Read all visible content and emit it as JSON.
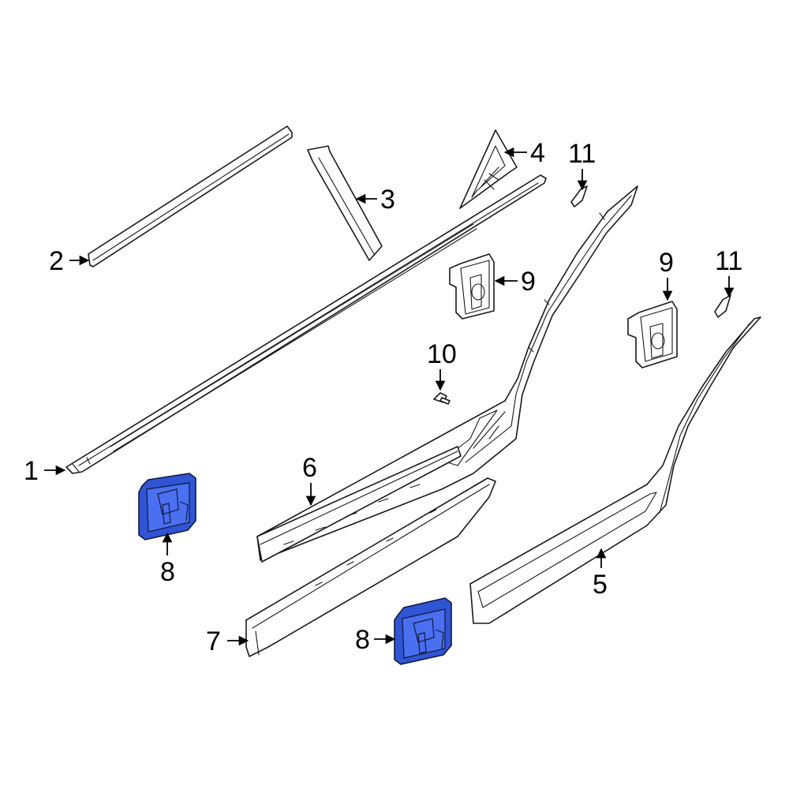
{
  "diagram": {
    "callouts": [
      {
        "id": "c1",
        "label": "1"
      },
      {
        "id": "c2",
        "label": "2"
      },
      {
        "id": "c3",
        "label": "3"
      },
      {
        "id": "c4",
        "label": "4"
      },
      {
        "id": "c5",
        "label": "5"
      },
      {
        "id": "c6",
        "label": "6"
      },
      {
        "id": "c7",
        "label": "7"
      },
      {
        "id": "c8a",
        "label": "8"
      },
      {
        "id": "c8b",
        "label": "8"
      },
      {
        "id": "c9a",
        "label": "9"
      },
      {
        "id": "c9b",
        "label": "9"
      },
      {
        "id": "c10",
        "label": "10"
      },
      {
        "id": "c11a",
        "label": "11"
      },
      {
        "id": "c11b",
        "label": "11"
      }
    ],
    "highlight_color": "#2f55d4",
    "highlighted_part": "8"
  }
}
